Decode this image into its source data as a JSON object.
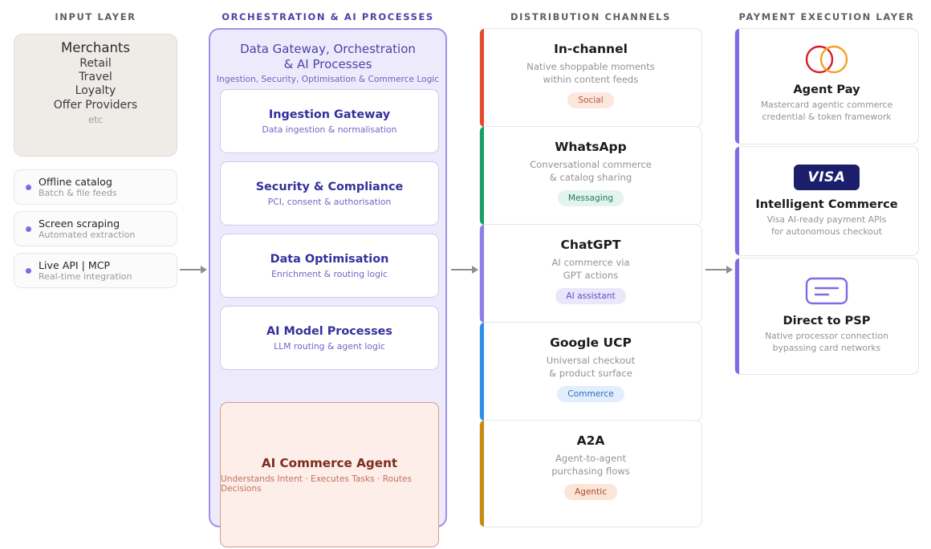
{
  "columns": {
    "input": {
      "header": "INPUT LAYER",
      "color": "#5f5f66"
    },
    "orchestration": {
      "header": "ORCHESTRATION & AI PROCESSES",
      "color": "#4b42a8"
    },
    "distribution": {
      "header": "DISTRIBUTION CHANNELS",
      "color": "#5f5f66"
    },
    "payment": {
      "header": "PAYMENT EXECUTION LAYER",
      "color": "#5f5f66"
    }
  },
  "input_layer": {
    "merchants": {
      "title": "Merchants",
      "items": [
        "Retail",
        "Travel",
        "Loyalty",
        "Offer Providers"
      ],
      "etc": "etc"
    },
    "sources": [
      {
        "title": "Offline catalog",
        "sub": "Batch & file feeds"
      },
      {
        "title": "Screen scraping",
        "sub": "Automated extraction"
      },
      {
        "title": "Live API | MCP",
        "sub": "Real-time integration"
      }
    ]
  },
  "orchestration": {
    "title_line1": "Data Gateway, Orchestration",
    "title_line2": "& AI Processes",
    "subtitle": "Ingestion, Security, Optimisation & Commerce Logic",
    "processes": [
      {
        "title": "Ingestion Gateway",
        "sub": "Data ingestion & normalisation"
      },
      {
        "title": "Security & Compliance",
        "sub": "PCI, consent & authorisation"
      },
      {
        "title": "Data Optimisation",
        "sub": "Enrichment & routing logic"
      },
      {
        "title": "AI Model Processes",
        "sub": "LLM routing & agent logic"
      }
    ],
    "agent": {
      "title": "AI Commerce Agent",
      "sub": "Understands Intent · Executes Tasks · Routes Decisions"
    }
  },
  "distribution": {
    "channels": [
      {
        "title": "In-channel",
        "sub_line1": "Native shoppable moments",
        "sub_line2": "within content feeds",
        "badge": "Social",
        "accent": "#e24c2b",
        "badge_bg": "#fbe7de",
        "badge_fg": "#b9593c"
      },
      {
        "title": "WhatsApp",
        "sub_line1": "Conversational commerce",
        "sub_line2": "& catalog sharing",
        "badge": "Messaging",
        "accent": "#17a06a",
        "badge_bg": "#e3f4ee",
        "badge_fg": "#1d7d5b"
      },
      {
        "title": "ChatGPT",
        "sub_line1": "AI commerce via",
        "sub_line2": "GPT actions",
        "badge": "AI assistant",
        "accent": "#8b7fe8",
        "badge_bg": "#eae6fb",
        "badge_fg": "#5b4fc4"
      },
      {
        "title": "Google UCP",
        "sub_line1": "Universal checkout",
        "sub_line2": "& product surface",
        "badge": "Commerce",
        "accent": "#2c8fe8",
        "badge_bg": "#e2eefb",
        "badge_fg": "#2a6fc4"
      },
      {
        "title": "A2A",
        "sub_line1": "Agent-to-agent",
        "sub_line2": "purchasing flows",
        "badge": "Agentic",
        "accent": "#c98a0e",
        "badge_bg": "#fae6d8",
        "badge_fg": "#b1482a"
      }
    ]
  },
  "payment": {
    "cards": [
      {
        "logo": "mastercard-logo",
        "title": "Agent Pay",
        "sub_line1": "Mastercard agentic commerce",
        "sub_line2": "credential & token framework"
      },
      {
        "logo": "visa-logo",
        "logo_text": "VISA",
        "title": "Intelligent Commerce",
        "sub_line1": "Visa AI-ready payment APIs",
        "sub_line2": "for autonomous checkout"
      },
      {
        "logo": "payment-card-icon",
        "title": "Direct to PSP",
        "sub_line1": "Native processor connection",
        "sub_line2": "bypassing card networks"
      }
    ]
  },
  "accents": {
    "purple": "#7c6ce8",
    "mastercard_red": "#d91c25",
    "mastercard_orange": "#f5a020",
    "visa_navy": "#1b1f6b",
    "arrow_gray": "#8e8e93"
  }
}
